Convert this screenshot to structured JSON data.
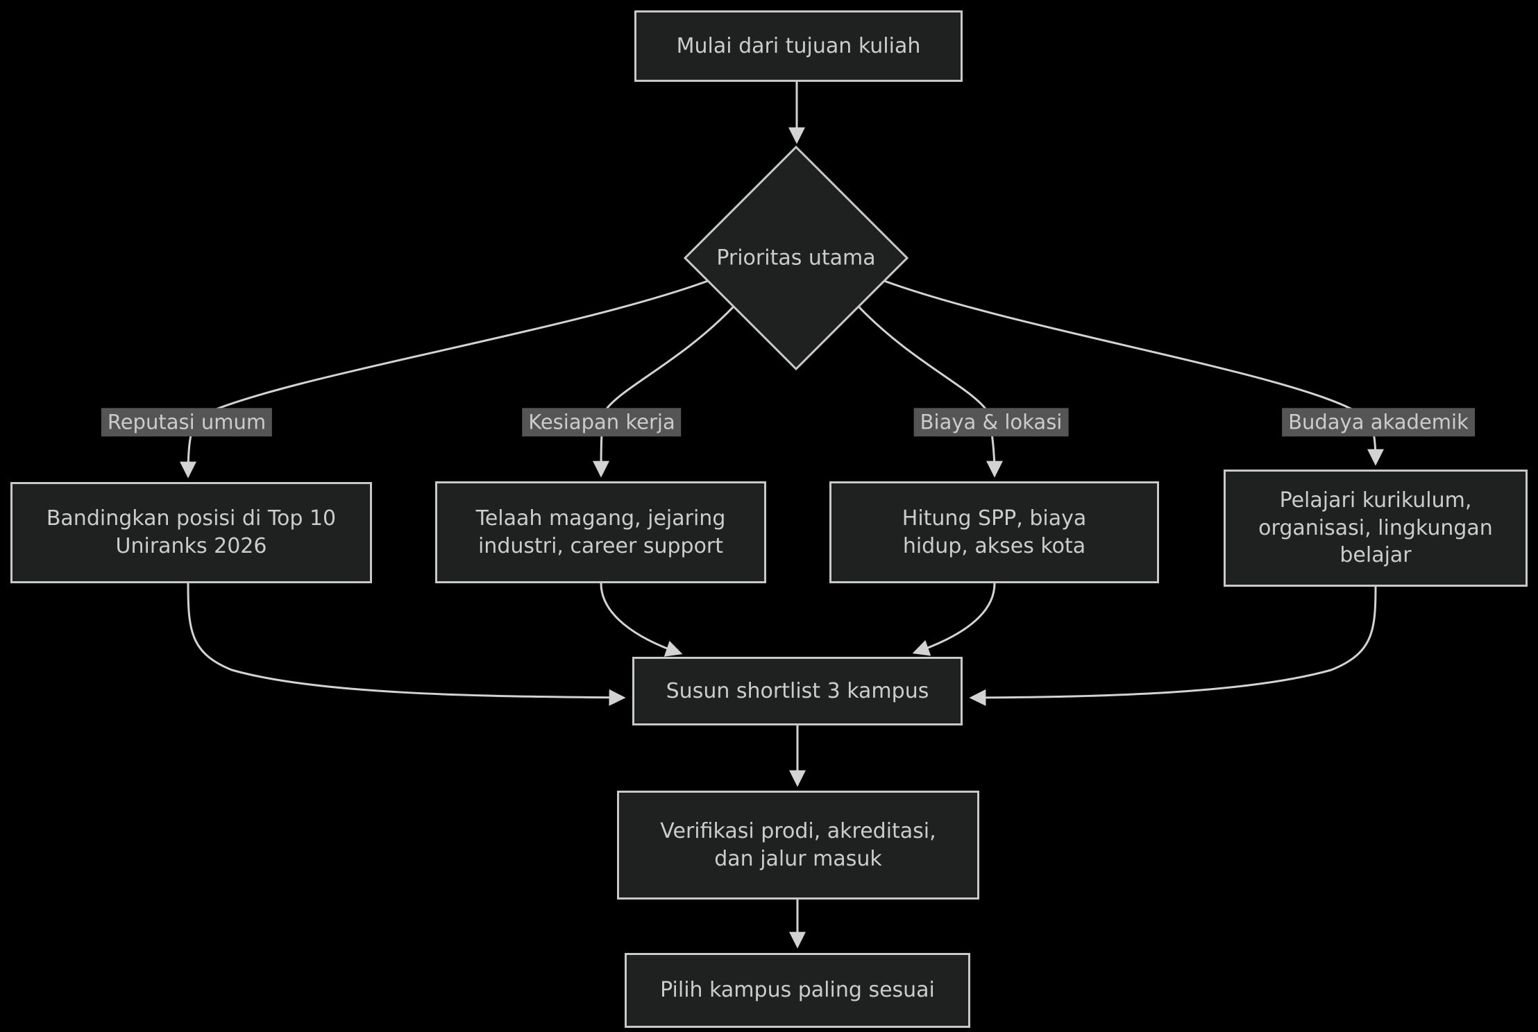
{
  "diagram_type": "flowchart",
  "nodes": {
    "start": {
      "label": "Mulai dari tujuan kuliah"
    },
    "decision": {
      "label": "Prioritas utama"
    },
    "reputasi": {
      "label": "Bandingkan posisi di Top 10 Uniranks 2026"
    },
    "kesiapan": {
      "label": "Telaah magang, jejaring industri, career support"
    },
    "biaya": {
      "label": "Hitung SPP, biaya hidup, akses kota"
    },
    "budaya": {
      "label": "Pelajari kurikulum, organisasi, lingkungan belajar"
    },
    "shortlist": {
      "label": "Susun shortlist 3 kampus"
    },
    "verifikasi": {
      "label": "Verifikasi prodi, akreditasi, dan jalur masuk"
    },
    "final": {
      "label": "Pilih kampus paling sesuai"
    }
  },
  "edge_labels": {
    "reputasi": "Reputasi umum",
    "kesiapan": "Kesiapan kerja",
    "biaya": "Biaya & lokasi",
    "budaya": "Budaya akademik"
  },
  "colors": {
    "background": "#000000",
    "node_fill": "#1f2020",
    "node_border": "#c9c9c9",
    "node_text": "#cccccc",
    "edge_line": "#d3d3d3",
    "edge_label_bg": "#555555",
    "edge_label_text": "#cccccc"
  }
}
